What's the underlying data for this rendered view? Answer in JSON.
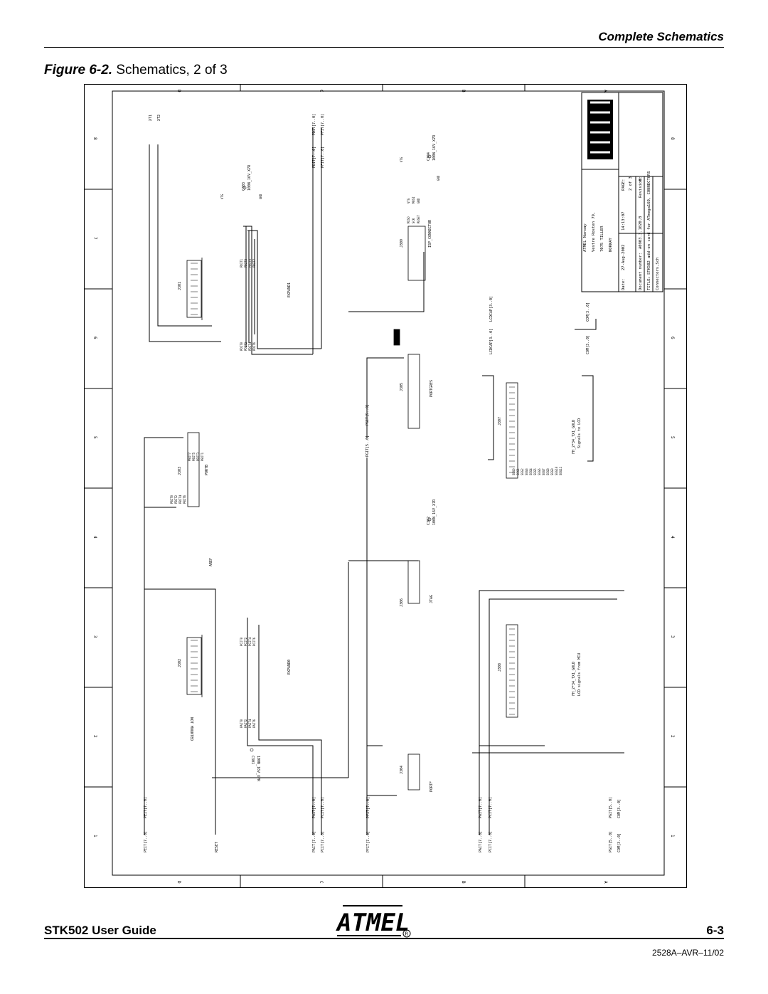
{
  "header": {
    "section_title": "Complete Schematics"
  },
  "figure": {
    "label": "Figure 6-2.",
    "title": "Schematics, 2 of 3"
  },
  "frame": {
    "col_letters": [
      "D",
      "C",
      "B",
      "A"
    ],
    "row_numbers": [
      "8",
      "7",
      "6",
      "5",
      "4",
      "3",
      "2",
      "1"
    ]
  },
  "title_block": {
    "company": "ATMEL Norway",
    "address1": "Vestre Rosten 79,",
    "address2": "7075 TILLER",
    "country": "NORWAY",
    "date_label": "Date:",
    "date": "27-Aug-2002",
    "time": "14:13:07",
    "sheet_label": "PAGE:",
    "sheet_value": "2  of  3",
    "docnum_label": "Document number:",
    "docnum": "A0903.3.1020.B",
    "revision_label": "Revision:",
    "revision": "B",
    "title_label": "TITLE:",
    "title": "STK502 add-on card for ATmega169, CONNECTORS",
    "file": "Connectors.Sch"
  },
  "nets": {
    "xt1": "XT1",
    "xt2": "XT2",
    "xt1b": "XT1",
    "pdit": "PDIT[7..0]",
    "pdit2": "PDIT[7..0]",
    "pfit": "PFIT[7..0]",
    "pfit2": "PFIT[7..0]",
    "peit": "PEIT[7..0]",
    "peit2": "PEIT[7..0]",
    "pbit": "PBIT[7..0]",
    "pbit2": "PBIT[7..0]",
    "pait": "PAIT[7..0]",
    "pait2": "PAIT[7..0]",
    "pcit": "PCIT[7..0]",
    "pcit2": "PCIT[7..0]",
    "pgit": "PGIT[5..0]",
    "pgit2": "PGIT[5..0]",
    "lcdcap": "LCDCAP[3..0]",
    "lcdcap2": "LCDCAP[3..0]",
    "com": "COM[3..0]",
    "com2": "COM[3..0]",
    "aref": "AREF",
    "reset": "RESET",
    "not_mounted": "NOT MOUNTED"
  },
  "components": {
    "j301": "J301",
    "j302": "J302",
    "j303": "J303",
    "j304": "J304",
    "j305": "J305",
    "j306": "J306",
    "j307": "J307",
    "j308": "J308",
    "j309": "J309",
    "expand0": "EXPAND0",
    "expand1": "EXPAND1",
    "portb": "PORTB",
    "portf": "PORTF",
    "portgres": "PORTGRES",
    "isp": "ISP_CONNECTOR",
    "jtag": "JTAG",
    "c301": "C301",
    "c301_val": "100N_16V_X7R",
    "c302": "C302",
    "c302_val": "100N_16V_X7R",
    "c303": "C303",
    "c303_val": "100N_16V_X7R",
    "c304": "C304",
    "c304_val": "100N_16V_X7R",
    "lcd_hdr": "FH_2*34_TX1_GOLD",
    "lcd_hdr_note": "Signals to LCD",
    "mcu_hdr": "FH_2*34_TX1_GOLD",
    "mcu_hdr_note": "LCD signals from MCU",
    "r_mark": "0R"
  },
  "pins": {
    "pb": [
      "PBIT0",
      "PBIT1",
      "PBIT2",
      "PBIT3",
      "PBIT4",
      "PBIT5",
      "PBIT6",
      "PBIT7"
    ],
    "pa": [
      "PAIT0",
      "PAIT1",
      "PAIT2",
      "PAIT3",
      "PAIT4",
      "PAIT5",
      "PAIT6",
      "PAIT7"
    ],
    "pc": [
      "PCIT0",
      "PCIT1",
      "PCIT2",
      "PCIT3",
      "PCIT4",
      "PCIT5",
      "PCIT6",
      "PCIT7"
    ],
    "pd": [
      "PDIT0",
      "PDIT1",
      "PDIT2",
      "PDIT3",
      "PDIT4",
      "PDIT5",
      "PDIT6",
      "PDIT7"
    ],
    "seg": [
      "SEG0",
      "SEG1",
      "SEG2",
      "SEG3",
      "SEG4",
      "SEG5",
      "SEG6",
      "SEG7",
      "SEG8",
      "SEG9",
      "SEG10",
      "SEG11"
    ],
    "isp": [
      "MISO",
      "SCK",
      "RESET",
      "VTG",
      "MOSI",
      "GND"
    ],
    "misc": [
      "VTG",
      "GND",
      "AREF",
      "RESET"
    ]
  },
  "footer": {
    "guide_title": "STK502 User Guide",
    "page_number": "6-3",
    "doc_number": "2528A–AVR–11/02",
    "logo_text": "ATMEL"
  }
}
